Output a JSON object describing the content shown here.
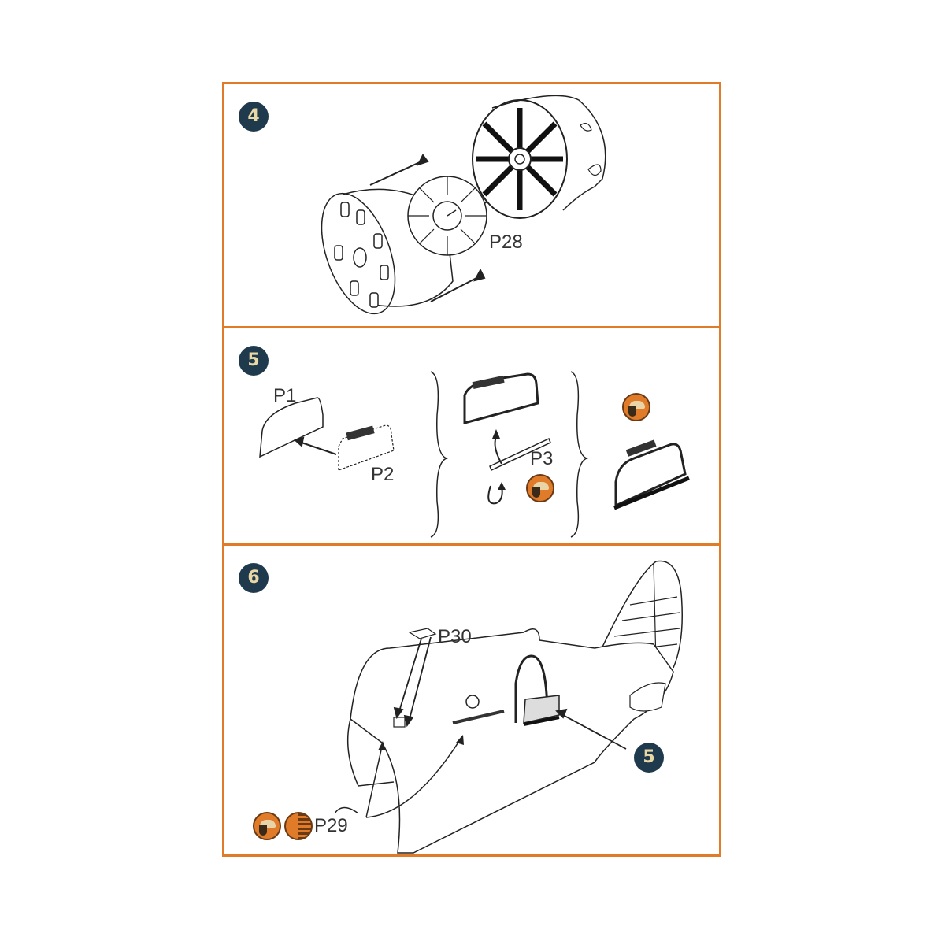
{
  "colors": {
    "frame": "#e07b2a",
    "badge_bg": "#1e3a4c",
    "badge_text": "#e9d8a6",
    "line": "#222222"
  },
  "steps": [
    {
      "number": "4",
      "parts": [
        {
          "label": "P28"
        }
      ],
      "description": "Engine cowling front assembly: cowl ring, P28 etched baffle, radial engine"
    },
    {
      "number": "5",
      "parts": [
        {
          "label": "P1"
        },
        {
          "label": "P2"
        },
        {
          "label": "P3"
        }
      ],
      "icons": [
        "bend-icon",
        "bend-icon"
      ]
    },
    {
      "number": "6",
      "parts": [
        {
          "label": "P30"
        },
        {
          "label": "P29"
        }
      ],
      "callout": "5",
      "icons": [
        "bend-icon",
        "paint-half-icon"
      ]
    }
  ]
}
